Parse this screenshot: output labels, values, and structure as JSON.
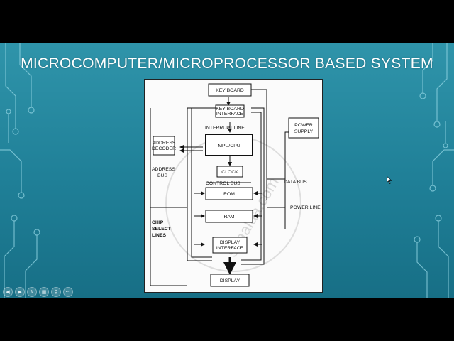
{
  "slide": {
    "title": "MICROCOMPUTER/MICROPROCESSOR BASED SYSTEM"
  },
  "diagram": {
    "blocks": {
      "keyboard": "KEY BOARD",
      "keyboard_interface_line1": "KEY BOARD",
      "keyboard_interface_line2": "INTERFACE",
      "power_supply_line1": "POWER",
      "power_supply_line2": "SUPPLY",
      "address_decoder_line1": "ADDRESS",
      "address_decoder_line2": "DECODER",
      "mpu_cpu": "MPU/CPU",
      "clock": "CLOCK",
      "rom": "ROM",
      "ram": "RAM",
      "display_interface_line1": "DISPLAY",
      "display_interface_line2": "INTERFACE",
      "display": "DISPLAY"
    },
    "labels": {
      "interrupt_line": "INTERRUPT LINE",
      "address_bus_line1": "ADDRESS",
      "address_bus_line2": "BUS",
      "control_bus": "CONTROL BUS",
      "data_bus": "DATA BUS",
      "power_line": "POWER LINE",
      "chip_select_line1": "CHIP",
      "chip_select_line2": "SELECT",
      "chip_select_line3": "LINES"
    },
    "watermark": "shaalaa.com"
  },
  "toolbar": {
    "icons": [
      "previous-icon",
      "play-icon",
      "pen-icon",
      "slides-icon",
      "zoom-icon",
      "more-icon"
    ]
  }
}
